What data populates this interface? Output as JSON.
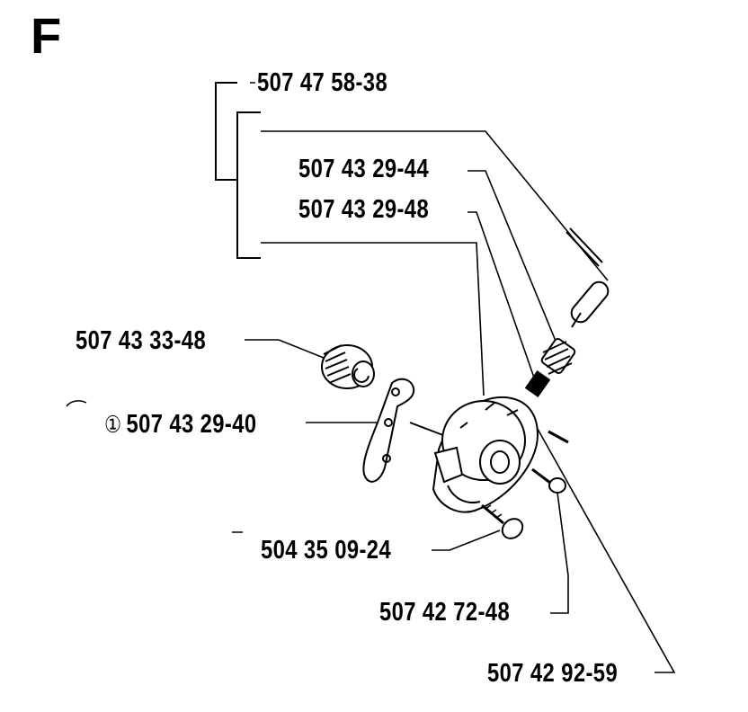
{
  "section": "F",
  "parts": {
    "p1": "507 47 58-38",
    "p2": "507 43 29-44",
    "p3": "507 43 29-48",
    "p4": "507 43 33-48",
    "p5_marker": "①",
    "p5": "507 43 29-40",
    "p6": "504 35 09-24",
    "p7": "507 42 72-48",
    "p8": "507 42 92-59"
  },
  "colors": {
    "ink": "#000000",
    "paper": "#ffffff"
  }
}
